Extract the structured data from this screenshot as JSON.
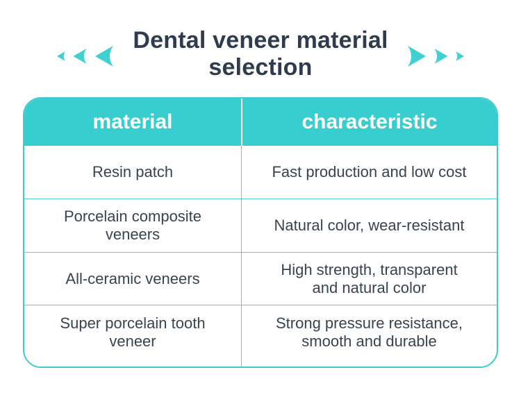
{
  "title": "Dental veneer material\nselection",
  "colors": {
    "teal_header": "#38cdcf",
    "teal_border": "#55cfd3",
    "arrow_teal": "#3ed0d2",
    "title_text": "#2e3c4d",
    "body_text": "#39434f",
    "header_text": "#ffffff",
    "background": "#ffffff"
  },
  "decorations": {
    "left_arrows_icon": "triple-arrow-left",
    "right_arrows_icon": "triple-arrow-right"
  },
  "table": {
    "headers": [
      "material",
      "characteristic"
    ],
    "rows": [
      {
        "material": "Resin patch",
        "characteristic": "Fast production and low cost"
      },
      {
        "material": "Porcelain composite\nveneers",
        "characteristic": "Natural color, wear-resistant"
      },
      {
        "material": "All-ceramic veneers",
        "characteristic": "High strength, transparent\nand natural color"
      },
      {
        "material": "Super porcelain tooth\nveneer",
        "characteristic": "Strong pressure resistance,\nsmooth and durable"
      }
    ]
  },
  "chart_data": {
    "type": "table",
    "title": "Dental veneer material selection",
    "columns": [
      "material",
      "characteristic"
    ],
    "rows": [
      [
        "Resin patch",
        "Fast production and low cost"
      ],
      [
        "Porcelain composite veneers",
        "Natural color, wear-resistant"
      ],
      [
        "All-ceramic veneers",
        "High strength, transparent and natural color"
      ],
      [
        "Super porcelain tooth veneer",
        "Strong pressure resistance, smooth and durable"
      ]
    ]
  }
}
